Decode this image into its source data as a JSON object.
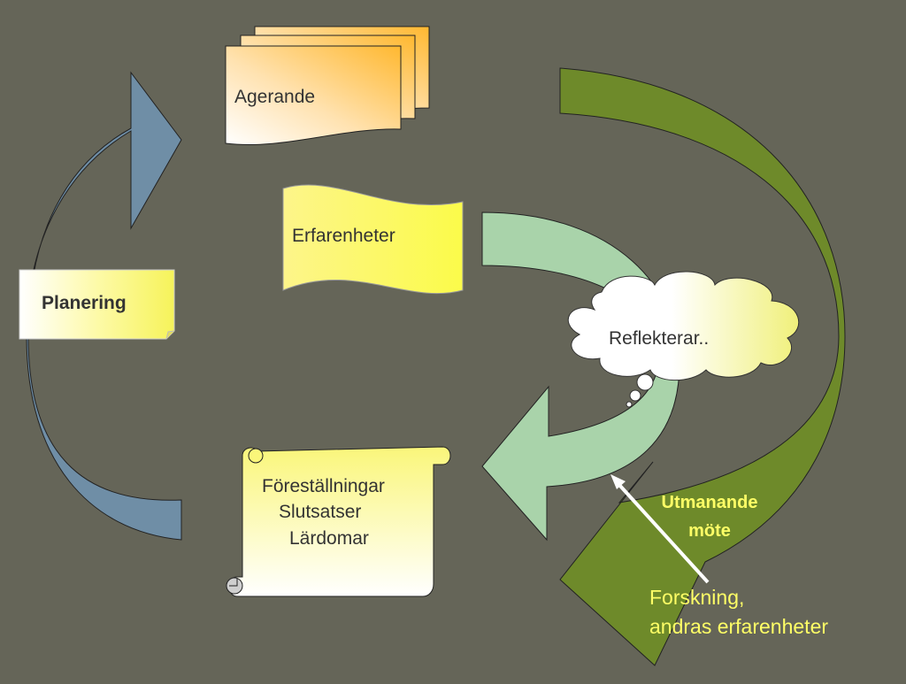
{
  "diagram": {
    "agerande_label": "Agerande",
    "erfarenheter_label": "Erfarenheter",
    "planering_label": "Planering",
    "reflekterar_label": "Reflekterar..",
    "forestallningar_lines": [
      "Föreställningar",
      "Slutsatser",
      "Lärdomar"
    ],
    "utmanande_lines": [
      "Utmanande",
      "möte"
    ],
    "forskning_lines": [
      "Forskning,",
      "andras erfarenheter"
    ]
  },
  "colors": {
    "background": "#656558",
    "blue_arrow": "#6f8ea6",
    "green_arrow": "#6e8a2a",
    "mint_arrow": "#a9d3aa",
    "yellow": "#fbf77d",
    "orange": "#ffc14a",
    "highlight_text": "#ffff66"
  }
}
